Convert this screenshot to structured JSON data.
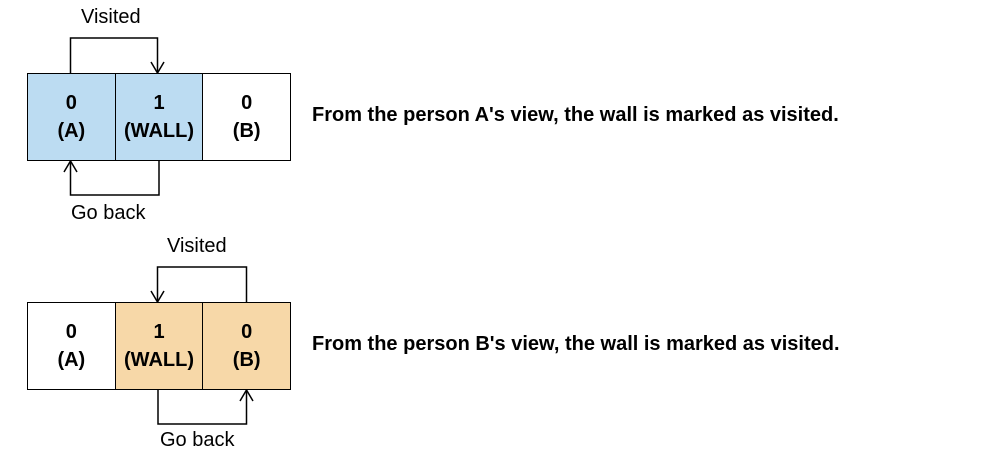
{
  "colors": {
    "a_view_highlight": "#bcdcf2",
    "b_view_highlight": "#f7d8a8",
    "unhighlighted": "#ffffff",
    "stroke": "#000000"
  },
  "diagrams": [
    {
      "cells": [
        {
          "value": "0",
          "tag": "(A)",
          "highlight": "a_view_highlight"
        },
        {
          "value": "1",
          "tag": "(WALL)",
          "highlight": "a_view_highlight"
        },
        {
          "value": "0",
          "tag": "(B)",
          "highlight": "unhighlighted"
        }
      ],
      "top_arrow_label": "Visited",
      "bottom_arrow_label": "Go back",
      "caption": "From the person A's view, the wall is marked as visited."
    },
    {
      "cells": [
        {
          "value": "0",
          "tag": "(A)",
          "highlight": "unhighlighted"
        },
        {
          "value": "1",
          "tag": "(WALL)",
          "highlight": "b_view_highlight"
        },
        {
          "value": "0",
          "tag": "(B)",
          "highlight": "b_view_highlight"
        }
      ],
      "top_arrow_label": "Visited",
      "bottom_arrow_label": "Go back",
      "caption": "From the person B's view, the wall is marked as visited."
    }
  ]
}
